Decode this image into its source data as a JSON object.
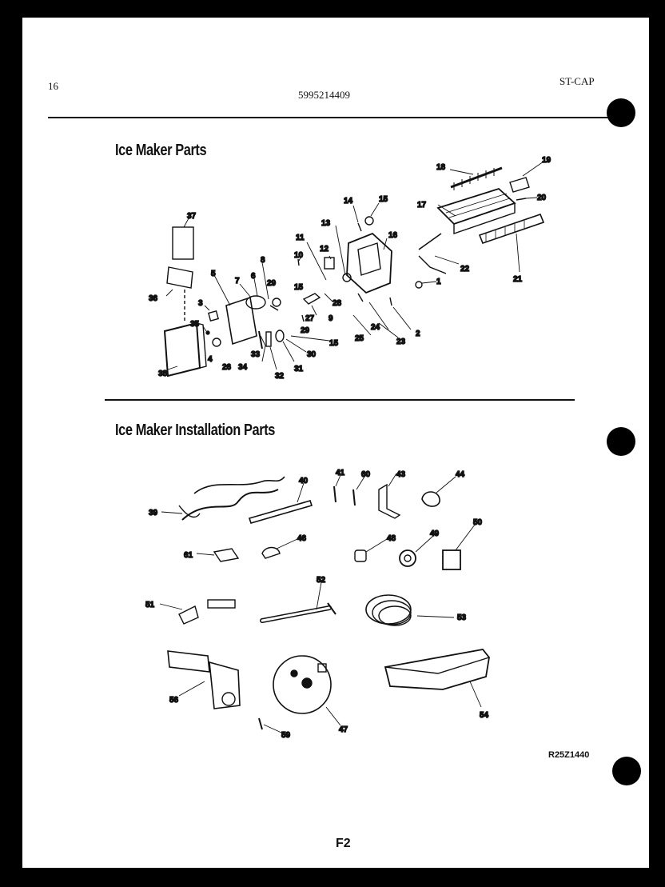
{
  "header": {
    "page_number": "16",
    "model": "ST-CAP",
    "part_number": "5995214409"
  },
  "sections": {
    "ice_maker_parts": {
      "title": "Ice Maker Parts"
    },
    "installation_parts": {
      "title": "Ice Maker Installation Parts"
    }
  },
  "callouts_top": [
    "37",
    "36",
    "38",
    "3",
    "35",
    "4",
    "5",
    "26",
    "34",
    "33",
    "7",
    "6",
    "8",
    "29",
    "32",
    "31",
    "30",
    "15",
    "10",
    "11",
    "12",
    "13",
    "14",
    "15",
    "16",
    "28",
    "27",
    "9",
    "29",
    "15",
    "25",
    "24",
    "23",
    "2",
    "1",
    "22",
    "17",
    "18",
    "19",
    "20",
    "21"
  ],
  "callouts_bottom": [
    "39",
    "40",
    "41",
    "60",
    "43",
    "44",
    "61",
    "46",
    "48",
    "49",
    "50",
    "51",
    "52",
    "53",
    "56",
    "59",
    "47",
    "54"
  ],
  "footer": {
    "reference": "R25Z1440",
    "page_label": "F2"
  }
}
